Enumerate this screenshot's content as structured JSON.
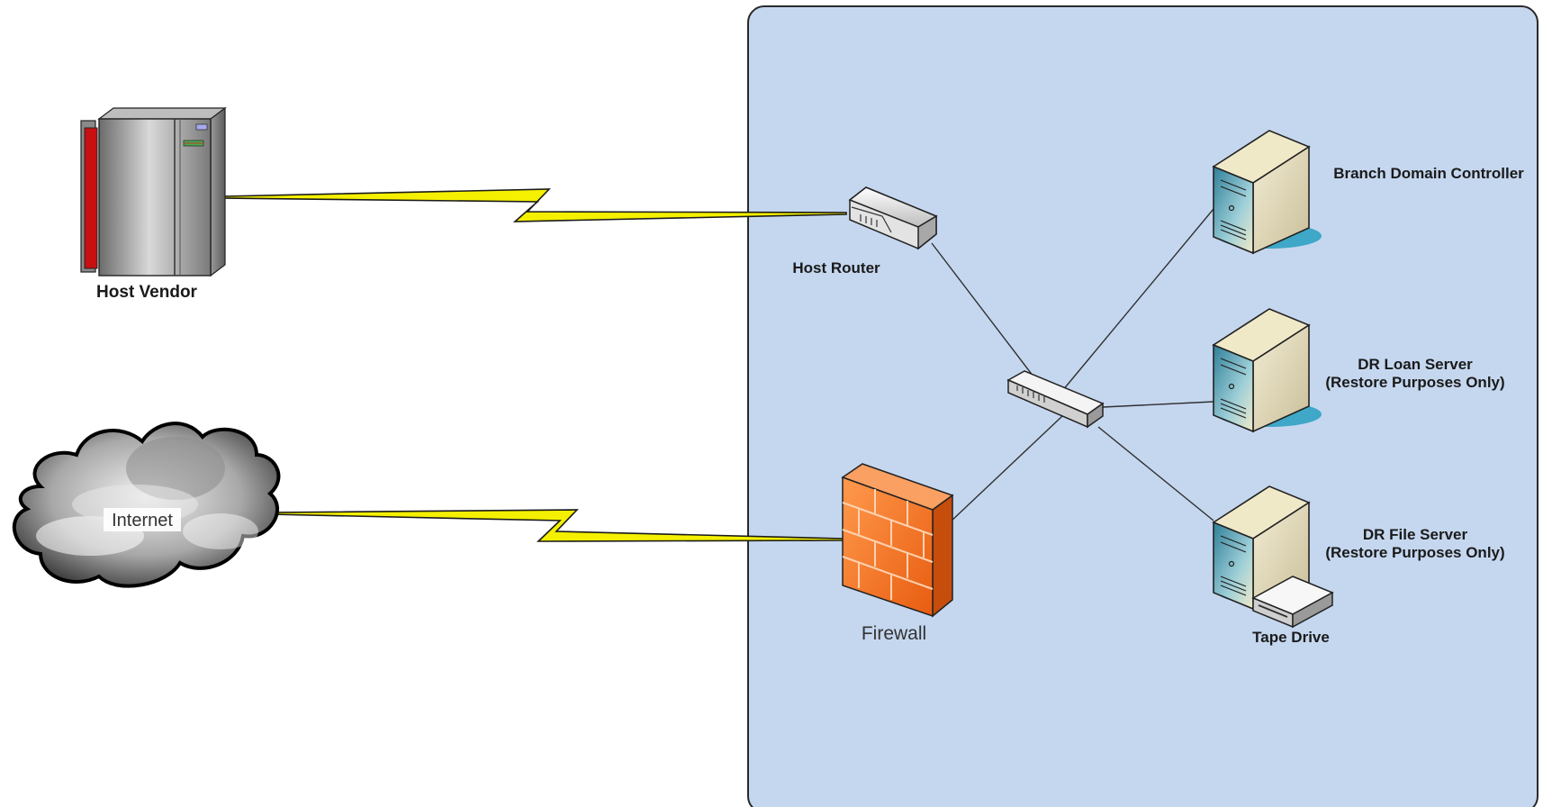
{
  "labels": {
    "host_vendor": "Host Vendor",
    "internet": "Internet",
    "host_router": "Host Router",
    "firewall": "Firewall",
    "branch_dc": "Branch Domain Controller",
    "dr_loan_line1": "DR Loan Server",
    "dr_loan_line2": "(Restore Purposes Only)",
    "dr_file_line1": "DR File Server",
    "dr_file_line2": "(Restore Purposes Only)",
    "tape_drive": "Tape Drive"
  },
  "colors": {
    "site_fill": "#c5d7ef",
    "site_border": "#2a2a2a",
    "wan_bolt": "#f4f000",
    "firewall": "#f5731f",
    "vendor_red": "#c81010",
    "server_teal": "#3fa7c8"
  }
}
